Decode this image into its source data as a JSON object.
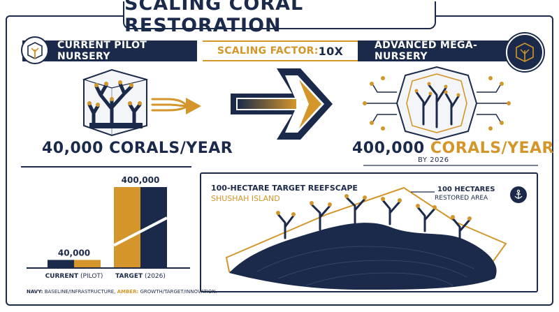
{
  "title": "SCALING CORAL RESTORATION",
  "banners": {
    "left": "CURRENT PILOT NURSERY",
    "center_label": "SCALING FACTOR: ",
    "center_value": "10X",
    "right": "ADVANCED MEGA-NURSERY"
  },
  "stats": {
    "current_number": "40,000",
    "current_unit": " CORALS/YEAR",
    "target_number": "400,000",
    "target_unit": " CORALS/YEAR",
    "target_by": "BY 2026"
  },
  "chart_data": {
    "type": "bar",
    "categories": [
      "CURRENT (PILOT)",
      "TARGET (2026)"
    ],
    "values": [
      40000,
      400000
    ],
    "data_labels": [
      "40,000",
      "400,000"
    ],
    "category_bold": [
      "CURRENT",
      "TARGET"
    ],
    "category_rest": [
      " (PILOT)",
      " (2026)"
    ],
    "ylim": [
      0,
      400000
    ],
    "colors": {
      "navy": "#1b2a4a",
      "amber": "#d4962a"
    }
  },
  "legend": {
    "navy_key": "NAVY:",
    "navy_text": " BASELINE/INFRASTRUCTURE, ",
    "amber_key": "AMBER:",
    "amber_text": " GROWTH/TARGET/INNOVATION."
  },
  "map": {
    "title": "100-HECTARE TARGET REEFSCAPE",
    "subtitle": "SHUSHAH ISLAND",
    "callout_title": "100 HECTARES",
    "callout_sub": "RESTORED AREA"
  },
  "icons": [
    "nursery-cube-icon",
    "mega-nursery-icon",
    "anchor-icon"
  ]
}
